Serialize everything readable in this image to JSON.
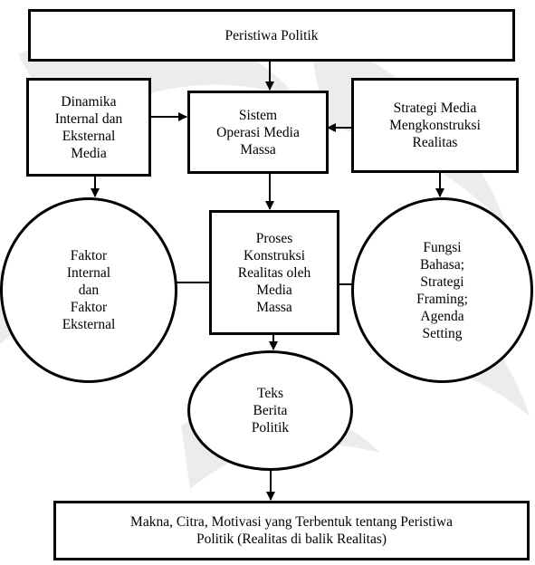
{
  "nodes": {
    "peristiwa_politik": "Peristiwa Politik",
    "dinamika_media": "Dinamika\nInternal dan\nEksternal\nMedia",
    "sistem_operasi": "Sistem\nOperasi Media\nMassa",
    "strategi_media": "Strategi Media\nMengkonstruksi\nRealitas",
    "faktor": "Faktor\nInternal\ndan\nFaktor\nEksternal",
    "proses_konstruksi": "Proses\nKonstruksi\nRealitas oleh\nMedia\nMassa",
    "fungsi_bahasa": "Fungsi\nBahasa;\nStrategi\nFraming;\nAgenda\nSetting",
    "teks_berita": "Teks\nBerita\nPolitik",
    "makna_citra": "Makna, Citra, Motivasi yang Terbentuk tentang Peristiwa\nPolitik (Realitas di balik Realitas)"
  },
  "colors": {
    "line": "#000000",
    "watermark": "#ececec"
  }
}
